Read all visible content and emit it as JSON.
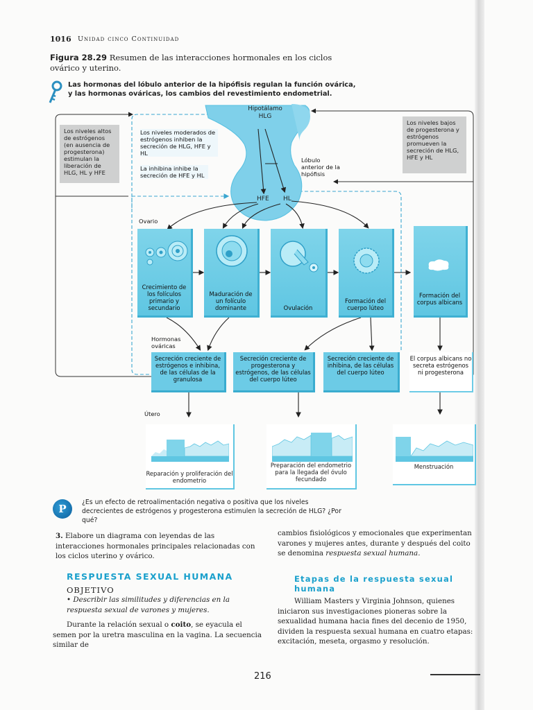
{
  "header": {
    "page_number": "1016",
    "running_head": "Unidad cinco   Continuidad"
  },
  "figure": {
    "label": "Figura 28.29",
    "caption": "Resumen de las interacciones hormonales en los ciclos ovárico y uterino.",
    "key_point": "Las hormonas del lóbulo anterior de la hipófisis regulan la función ovárica, y las hormonas ováricas, los cambios del revestimiento endometrial."
  },
  "diagram": {
    "hypothalamus": "Hipotálamo",
    "hlg": "HLG",
    "lobe": "Lóbulo anterior de la hipófisis",
    "hfe": "HFE",
    "hl": "HL",
    "box_high_estrogen": "Los niveles altos de estrógenos (en ausencia de progesterona) estimulan la liberación de HLG, HL y HFE",
    "box_low_prog": "Los niveles bajos de progesterona y estrógenos promueven la secreción de HLG, HFE y HL",
    "note_moderate": "Los niveles moderados de estrógenos inhiben la secreción de HLG, HFE y HL",
    "note_inhibin": "La inhibina inhibe la secreción de HFE y HL",
    "ovary_label": "Ovario",
    "ovarian_hormones_label": "Hormonas ováricas",
    "uterus_label": "Útero",
    "stages": [
      "Crecimiento de los folículos primario y secundario",
      "Maduración de un folículo dominante",
      "Ovulación",
      "Formación del cuerpo lúteo",
      "Formación del corpus albicans"
    ],
    "secretions": [
      "Secreción creciente de estrógenos e inhibina, de las células de la granulosa",
      "Secreción creciente de progesterona y estrógenos, de las células del cuerpo lúteo",
      "Secreción creciente de inhibina, de las células del cuerpo lúteo",
      "El corpus albicans no secreta estrógenos ni progesterona"
    ],
    "uterine": [
      "Reparación y proliferación del endometrio",
      "Preparación del endometrio para la llegada del óvulo fecundado",
      "Menstruación"
    ]
  },
  "question": {
    "badge": "P",
    "text": "¿Es un efecto de retroalimentación negativa o positiva que los niveles decrecientes de estrógenos y progesterona estimulen la secreción de HLG? ¿Por qué?"
  },
  "left_col": {
    "item_number": "3.",
    "item_text": "Elabore un diagrama con leyendas de las interacciones hormonales principales relacionadas con los ciclos uterino y ovárico.",
    "section_title": "RESPUESTA SEXUAL HUMANA",
    "objective_title": "OBJETIVO",
    "objective": "• Describir las similitudes y diferencias en la respuesta sexual de varones y mujeres.",
    "paragraph_start": "Durante la relación sexual o",
    "term": "coito",
    "paragraph_rest": ", se eyacula el semen por la uretra masculina en la vagina. La secuencia similar de"
  },
  "right_col": {
    "text_start": "cambios fisiológicos y emocionales que experimentan varones y mujeres antes, durante y después del coito se denomina",
    "term": "respuesta sexual humana.",
    "subsection_title": "Etapas de la respuesta sexual humana",
    "paragraph": "William Masters y Virginia Johnson, quienes iniciaron sus investigaciones pioneras sobre la sexualidad humana hacia fines del decenio de 1950, dividen la respuesta sexual humana en cuatro etapas: excitación, meseta, orgasmo y resolución."
  },
  "footer": {
    "page_number": "216"
  },
  "colors": {
    "accent_blue": "#1aa0cc",
    "card_blue": "#6ccbe6",
    "grey_box": "#cfd0d0"
  }
}
